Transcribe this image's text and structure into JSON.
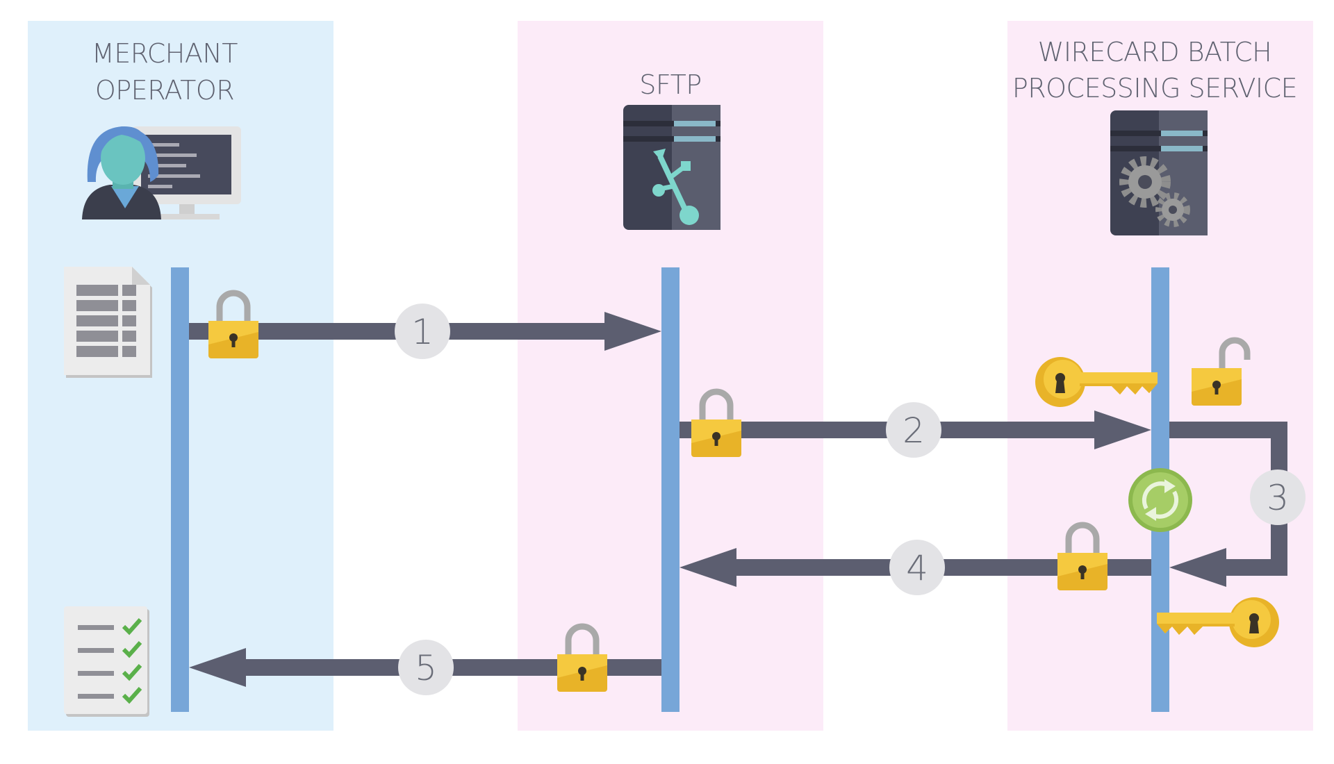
{
  "lanes": {
    "merchant": {
      "title_line1": "MERCHANT",
      "title_line2": "OPERATOR",
      "color": "#dff0fb"
    },
    "sftp": {
      "title": "SFTP",
      "color": "#fcebf8"
    },
    "wirecard": {
      "title_line1": "WIRECARD BATCH",
      "title_line2": "PROCESSING SERVICE",
      "color": "#fcebf8"
    }
  },
  "steps": [
    "1",
    "2",
    "3",
    "4",
    "5"
  ],
  "colors": {
    "lifeline": "#77a6d8",
    "arrow": "#5c5e70",
    "step_circle": "#e3e3e6",
    "lock": "#f0c030",
    "key": "#f0c030",
    "server": "#474a5c"
  },
  "icons": {
    "operator": "operator-at-computer-icon",
    "sftp_server": "sftp-server-usb-icon",
    "processing_server": "processing-server-gears-icon",
    "batch_file": "batch-file-document-icon",
    "response_file": "response-checklist-document-icon",
    "lock": "padlock-icon",
    "key": "key-icon",
    "refresh": "refresh-process-icon"
  }
}
